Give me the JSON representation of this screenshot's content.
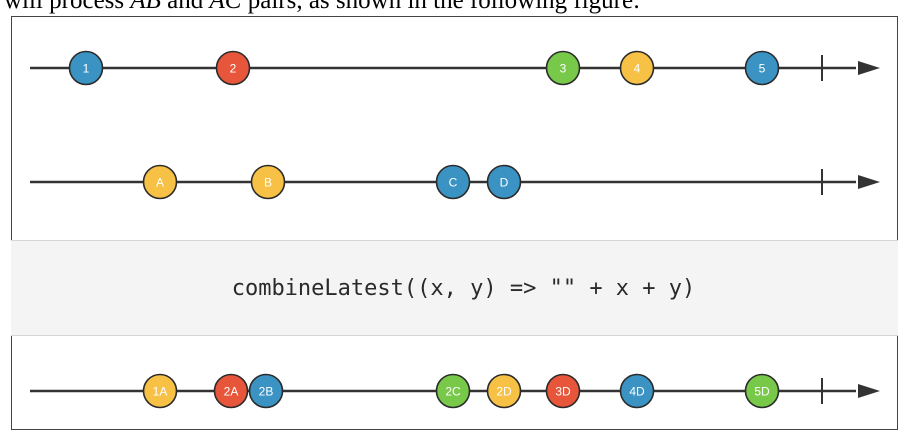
{
  "caption": {
    "prefix": "will process ",
    "term1": "AB",
    "middle": " and ",
    "term2": "AC",
    "suffix": " pairs, as shown in the following figure:"
  },
  "operator": {
    "label": "combineLatest((x, y) => \"\" + x + y)"
  },
  "colors": {
    "blue": "#3a93c2",
    "red": "#e7553a",
    "green": "#78c84a",
    "yellow": "#f6c145",
    "line": "#333333"
  },
  "streams": [
    {
      "name": "source-a",
      "marbles": [
        {
          "label": "1",
          "color": "blue"
        },
        {
          "label": "2",
          "color": "red"
        },
        {
          "label": "3",
          "color": "green"
        },
        {
          "label": "4",
          "color": "yellow"
        },
        {
          "label": "5",
          "color": "blue"
        }
      ]
    },
    {
      "name": "source-b",
      "marbles": [
        {
          "label": "A",
          "color": "yellow"
        },
        {
          "label": "B",
          "color": "yellow"
        },
        {
          "label": "C",
          "color": "blue"
        },
        {
          "label": "D",
          "color": "blue"
        }
      ]
    },
    {
      "name": "result",
      "marbles": [
        {
          "label": "1A",
          "color": "yellow"
        },
        {
          "label": "2A",
          "color": "red"
        },
        {
          "label": "2B",
          "color": "blue"
        },
        {
          "label": "2C",
          "color": "green"
        },
        {
          "label": "2D",
          "color": "yellow"
        },
        {
          "label": "3D",
          "color": "red"
        },
        {
          "label": "4D",
          "color": "blue"
        },
        {
          "label": "5D",
          "color": "green"
        }
      ]
    }
  ]
}
